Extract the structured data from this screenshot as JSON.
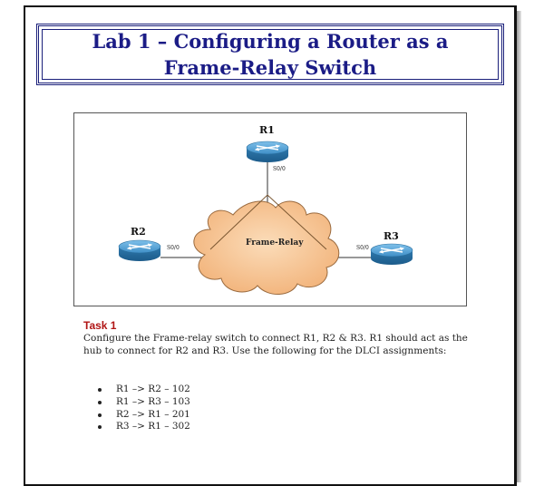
{
  "title": "Lab 1 – Configuring a Router as a Frame-Relay Switch",
  "diagram": {
    "routers": [
      {
        "name": "R1",
        "interface": "S0/0"
      },
      {
        "name": "R2",
        "interface": "S0/0"
      },
      {
        "name": "R3",
        "interface": "S0/0"
      }
    ],
    "cloud_label": "Frame-Relay"
  },
  "task": {
    "title": "Task 1",
    "description": "Configure the Frame-relay switch to connect R1, R2 & R3. R1 should act as the hub to connect for R2 and R3. Use the following for the DLCI assignments:",
    "assignments": [
      "R1 –> R2 – 102",
      "R1 –> R3 – 103",
      "R2 –> R1 – 201",
      "R3 –> R1 – 302"
    ]
  },
  "colors": {
    "title": "#1b1c86",
    "task_title": "#b01414",
    "cloud_fill": "#f7c89a",
    "router_fill": "#3f8fc7"
  }
}
